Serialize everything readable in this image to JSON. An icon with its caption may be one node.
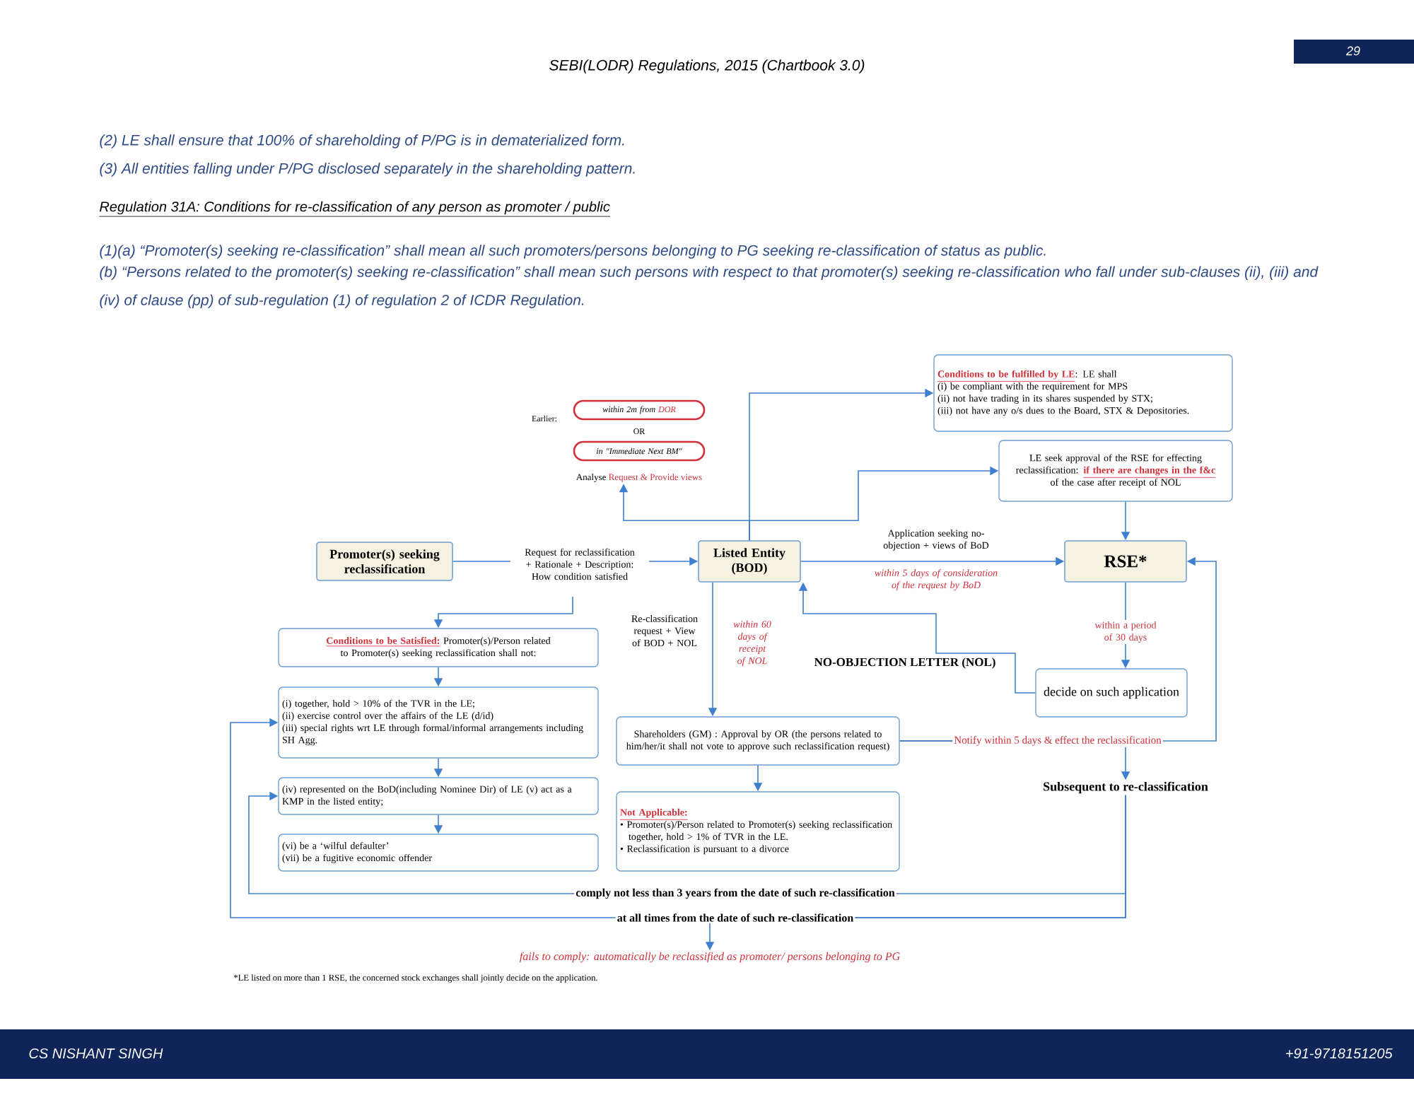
{
  "diagram": {
    "title": "SEBI(LODR) Regulations, 2015 (Chartbook 3.0)",
    "nodes": [
      {
        "text": [
          "Promoter(s) seeking reclassification"
        ]
      },
      {
        "text": [
          "Listed Entity (BOD)"
        ]
      },
      {
        "text": [
          "RSE*"
        ]
      },
      {
        "text": [
          "Conditions to be fulfilled by LE",
          ": LE shall",
          "(i) be compliant with the requirement for MPS",
          "(ii) not have trading in its shares suspended by STX;",
          "(iii) not have any o/s dues to the Board, STX & Depositories."
        ]
      },
      {
        "text": [
          "LE seek approval of the RSE for effecting reclassification:",
          "if there are changes in the f&c",
          "of the case after receipt of NOL"
        ]
      },
      {
        "text": [
          "decide on such application"
        ]
      },
      {
        "text": [
          "Analyse",
          "Request & Provide views"
        ]
      },
      {
        "text": [
          "within 2m from",
          "DOR"
        ]
      },
      {
        "text": [
          "in \"Immediate Next BM\""
        ]
      },
      {
        "text": [
          "Conditions to be Satisfied:",
          "Promoter(s)/Person related to Promoter(s) seeking reclassification shall not:"
        ]
      },
      {
        "text": [
          "(i) together, hold > 10% of the TVR in the LE;",
          "(ii) exercise control over the affairs of the LE (d/id)",
          "(iii) special rights wrt LE through formal/informal arrangements including SH Agg."
        ]
      },
      {
        "text": [
          "(iv) represented on the BoD(including Nominee Dir) of LE (v) act as a KMP in the listed entity;"
        ]
      },
      {
        "text": [
          "(vi) be a ‘wilful defaulter’",
          "(vii) be a fugitive economic offender"
        ]
      },
      {
        "text": [
          "Shareholders (GM) : Approval by OR (the persons related to him/her/it shall not vote to approve such reclassification request)"
        ]
      },
      {
        "text": [
          "Not Applicable:",
          "• Promoter(s)/Person related to Promoter(s) seeking reclassification together, hold > 1% of TVR in the LE.",
          "• Reclassification is pursuant to a divorce"
        ]
      },
      {
        "text": [
          "Subsequent to re-classification"
        ]
      },
      {
        "text": [
          "fails to comply: automatically be reclassified as promoter/ persons belonging to PG"
        ]
      }
    ],
    "edges": [
      {
        "from": 0,
        "to": 1,
        "arrow": "to",
        "label": "Request for reclassification + Rationale + Description: How condition satisfied"
      },
      {
        "from": 1,
        "to": 6,
        "arrow": "to"
      },
      {
        "from": 1,
        "to": 3,
        "arrow": "to"
      },
      {
        "from": 1,
        "to": 4,
        "arrow": "to"
      },
      {
        "from": 1,
        "to": 2,
        "arrow": "to",
        "label": "Application seeking no-objection + views of BoD"
      },
      {
        "from": 4,
        "to": 2,
        "arrow": "to"
      },
      {
        "from": 2,
        "to": 5,
        "arrow": "to",
        "label": "within a period of 30 days"
      },
      {
        "from": 5,
        "to": 1,
        "arrow": "to",
        "label": "NO-OBJECTION LETTER (NOL)"
      },
      {
        "from": 1,
        "to": 13,
        "arrow": "to",
        "label": "Re-classification request + View of BOD + NOL"
      },
      {
        "from": 13,
        "to": 14,
        "arrow": "to"
      },
      {
        "from": 13,
        "to": 2,
        "arrow": "to",
        "label": "Notify within 5 days & effect the reclassification"
      },
      {
        "from": 13,
        "to": 15,
        "arrow": "to"
      },
      {
        "from": null,
        "to": 9,
        "arrow": "to"
      },
      {
        "from": 9,
        "to": 10,
        "arrow": "to"
      },
      {
        "from": 10,
        "to": 11,
        "arrow": "to"
      },
      {
        "from": 11,
        "to": 12,
        "arrow": "to"
      },
      {
        "from": 15,
        "to": 11,
        "arrow": "to",
        "label": "comply not less than 3 years from the date of such re-classification"
      },
      {
        "from": 15,
        "to": 10,
        "arrow": "to",
        "label": "at all times from the date of such re-classification"
      },
      {
        "from": 15,
        "to": 16,
        "arrow": "to"
      }
    ],
    "labels": [
      "29",
      "(2) LE shall ensure that 100% of shareholding of P/PG is in dematerialized form.",
      "(3) All entities falling under P/PG disclosed separately in the shareholding pattern.",
      "Regulation 31A: Conditions for re-classification of any person as promoter / public",
      "(1)(a) “Promoter(s) seeking re-classification” shall mean all such promoters/persons belonging to PG seeking re-classification of status as public.",
      "(b) “Persons related to the promoter(s) seeking re-classification” shall mean such persons with respect to that promoter(s) seeking re-classification who fall under sub-clauses (ii), (iii) and (iv) of clause (pp) of sub-regulation (1) of regulation 2 of ICDR Regulation.",
      "Earlier:",
      "OR",
      "within 5 days of consideration of the request by BoD",
      "within 60 days of receipt of NOL",
      "*LE listed on more than 1 RSE, the concerned stock exchanges shall jointly decide on the application.",
      "CS NISHANT SINGH",
      "+91-9718151205"
    ]
  }
}
